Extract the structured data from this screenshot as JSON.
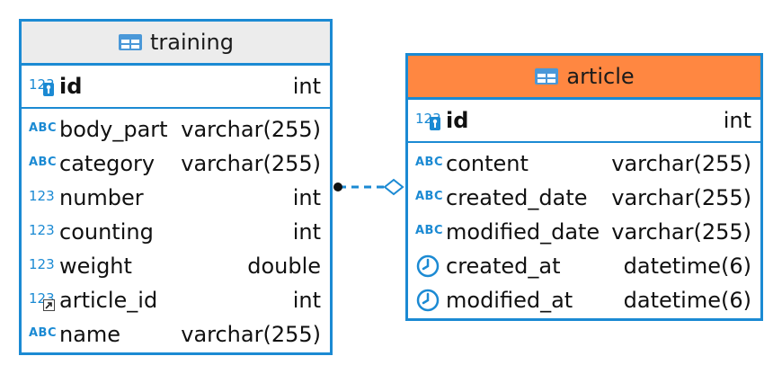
{
  "tables": {
    "training": {
      "title": "training",
      "header_color": "#ececec",
      "pk": {
        "name": "id",
        "type": "int",
        "icon": "numeric-key-icon"
      },
      "columns": [
        {
          "name": "body_part",
          "type": "varchar(255)",
          "icon": "abc-icon"
        },
        {
          "name": "category",
          "type": "varchar(255)",
          "icon": "abc-icon"
        },
        {
          "name": "number",
          "type": "int",
          "icon": "numeric-icon"
        },
        {
          "name": "counting",
          "type": "int",
          "icon": "numeric-icon"
        },
        {
          "name": "weight",
          "type": "double",
          "icon": "numeric-icon"
        },
        {
          "name": "article_id",
          "type": "int",
          "icon": "numeric-foreign-key-icon"
        },
        {
          "name": "name",
          "type": "varchar(255)",
          "icon": "abc-icon"
        }
      ]
    },
    "article": {
      "title": "article",
      "header_color": "#ff8741",
      "pk": {
        "name": "id",
        "type": "int",
        "icon": "numeric-key-icon"
      },
      "columns": [
        {
          "name": "content",
          "type": "varchar(255)",
          "icon": "abc-icon"
        },
        {
          "name": "created_date",
          "type": "varchar(255)",
          "icon": "abc-icon"
        },
        {
          "name": "modified_date",
          "type": "varchar(255)",
          "icon": "abc-icon"
        },
        {
          "name": "created_at",
          "type": "datetime(6)",
          "icon": "clock-icon"
        },
        {
          "name": "modified_at",
          "type": "datetime(6)",
          "icon": "clock-icon"
        }
      ]
    }
  },
  "relationship": {
    "from": "training",
    "to": "article",
    "style": "dashed"
  },
  "colors": {
    "border": "#1b8ad3",
    "accent": "#1b8ad3"
  }
}
